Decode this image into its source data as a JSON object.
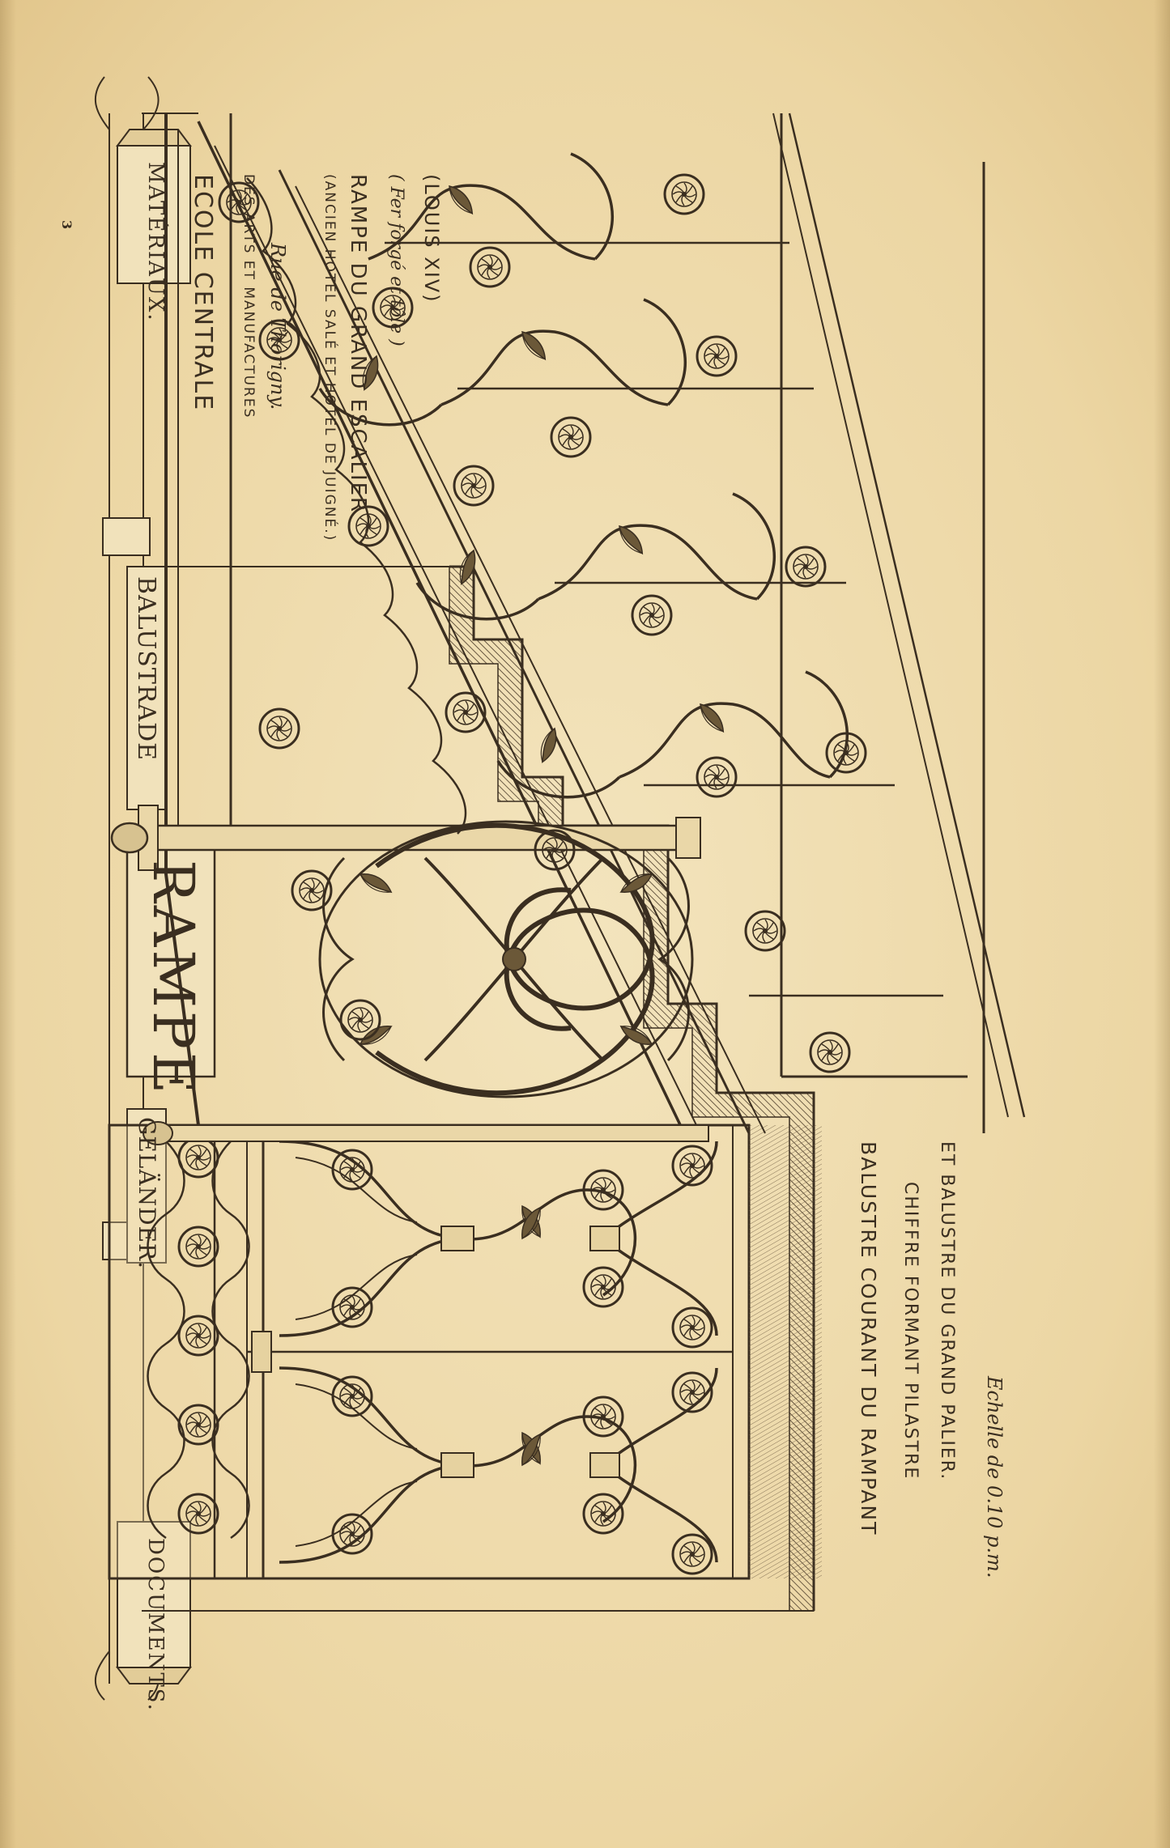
{
  "page_number": "3",
  "header": {
    "left_ribbon": "MATÉRIAUX.",
    "right_ribbon": "DOCUMENTS.",
    "left_term": "BALUSTRADE",
    "center_term": "RAMPE",
    "right_term": "GELÄNDER."
  },
  "source": {
    "school": "ECOLE CENTRALE",
    "school_sub": "DES ARTS ET MANUFACTURES",
    "street": "Rue de Thorigny.",
    "former": "(ANCIEN HOTEL SALÉ ET HOTEL DE JUIGNÉ.)",
    "subject": "RAMPE DU GRAND ESCALIER",
    "material": "( Fer forgé et tôle )",
    "style": "(LOUIS XIV)"
  },
  "caption": {
    "line1": "BALUSTRE COURANT DU RAMPANT",
    "line2": "CHIFFRE FORMANT PILASTRE",
    "line3": "ET BALUSTRE DU GRAND PALIER.",
    "scale": "Echelle de 0.10 p.m."
  }
}
